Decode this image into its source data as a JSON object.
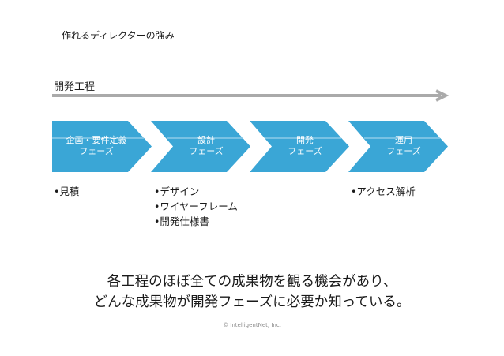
{
  "title": "作れるディレクターの強み",
  "process_label": "開発工程",
  "colors": {
    "phase_fill": "#3aa6d6",
    "phase_divider": "#b7def2",
    "arrow": "#aaaaaa"
  },
  "phases": [
    {
      "line1": "企画・要件定義",
      "line2": "フェーズ"
    },
    {
      "line1": "設計",
      "line2": "フェーズ"
    },
    {
      "line1": "開発",
      "line2": "フェーズ"
    },
    {
      "line1": "運用",
      "line2": "フェーズ"
    }
  ],
  "bullets": {
    "phase1": [
      "•見積"
    ],
    "phase2": [
      "•デザイン",
      "•ワイヤーフレーム",
      "•開発仕様書"
    ],
    "phase4": [
      "•アクセス解析"
    ]
  },
  "summary": {
    "line1": "各工程のほぼ全ての成果物を観る機会があり、",
    "line2": "どんな成果物が開発フェーズに必要か知っている。"
  },
  "copyright": "© IntelligentNet, Inc."
}
